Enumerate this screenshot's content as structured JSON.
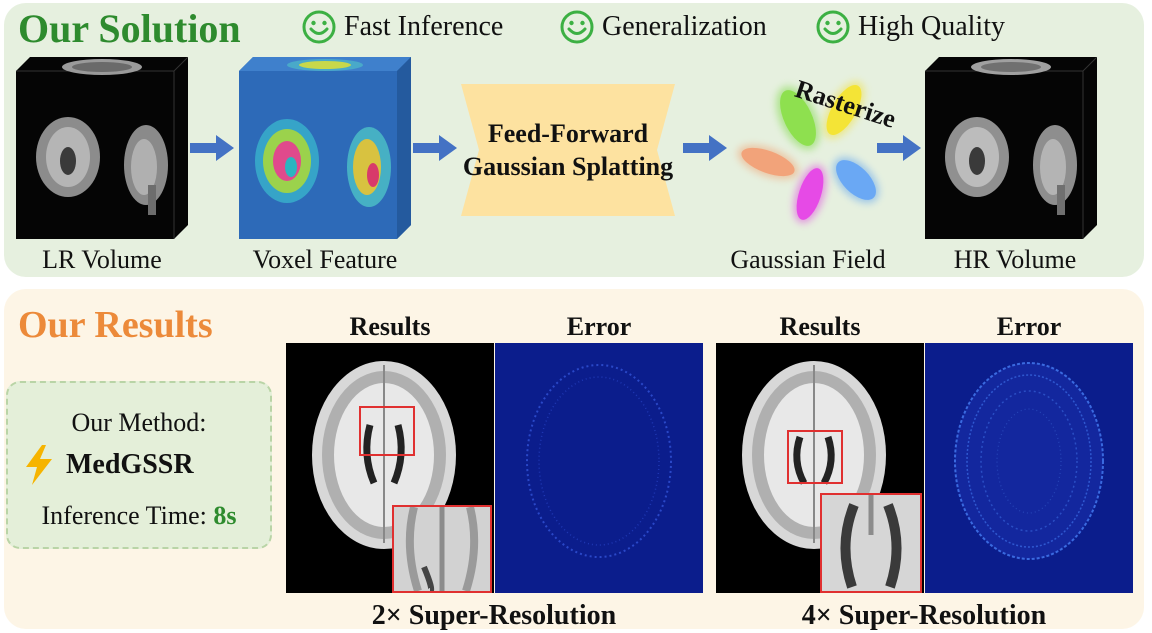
{
  "solution": {
    "title": "Our Solution",
    "features": [
      {
        "label": "Fast Inference",
        "icon": "smiley-icon"
      },
      {
        "label": "Generalization",
        "icon": "smiley-icon"
      },
      {
        "label": "High Quality",
        "icon": "smiley-icon"
      }
    ],
    "pipeline": {
      "lr_volume": "LR Volume",
      "voxel_feature": "Voxel Feature",
      "ffgs_line1": "Feed-Forward",
      "ffgs_line2": "Gaussian Splatting",
      "rasterize": "Rasterize",
      "gaussian_field": "Gaussian Field",
      "hr_volume": "HR Volume"
    }
  },
  "results": {
    "title": "Our Results",
    "method": {
      "label": "Our Method:",
      "name": "MedGSSR",
      "time_label": "Inference Time:",
      "time_value": "8s"
    },
    "groups": [
      {
        "results_header": "Results",
        "error_header": "Error",
        "caption": "2× Super-Resolution"
      },
      {
        "results_header": "Results",
        "error_header": "Error",
        "caption": "4× Super-Resolution"
      }
    ]
  },
  "colors": {
    "solution_title": "#2e8b2e",
    "results_title": "#ec8a3a",
    "arrow": "#4472c4",
    "ffgs_box": "#fde2a0",
    "error_map": "#0b1d8c",
    "zoom_box": "#e03030"
  }
}
